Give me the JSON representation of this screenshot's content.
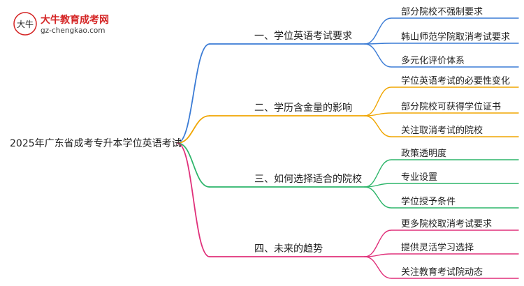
{
  "logo": {
    "title": "大牛教育成考网",
    "url": "gz-chengkao.com",
    "mark_text": "大牛"
  },
  "root": "2025年广东省成考专升本学位英语考试",
  "branches": [
    {
      "label": "一、学位英语考试要求",
      "color": "#3a7bd5",
      "leaves": [
        "部分院校不强制要求",
        "韩山师范学院取消考试要求",
        "多元化评价体系"
      ]
    },
    {
      "label": "二、学历含金量的影响",
      "color": "#f0a500",
      "leaves": [
        "学位英语考试的必要性变化",
        "部分院校可获得学位证书",
        "关注取消考试的院校"
      ]
    },
    {
      "label": "三、如何选择适合的院校",
      "color": "#2db56a",
      "leaves": [
        "政策透明度",
        "专业设置",
        "学位授予条件"
      ]
    },
    {
      "label": "四、未来的趋势",
      "color": "#e0307a",
      "leaves": [
        "更多院校取消考试要求",
        "提供灵活学习选择",
        "关注教育考试院动态"
      ]
    }
  ]
}
